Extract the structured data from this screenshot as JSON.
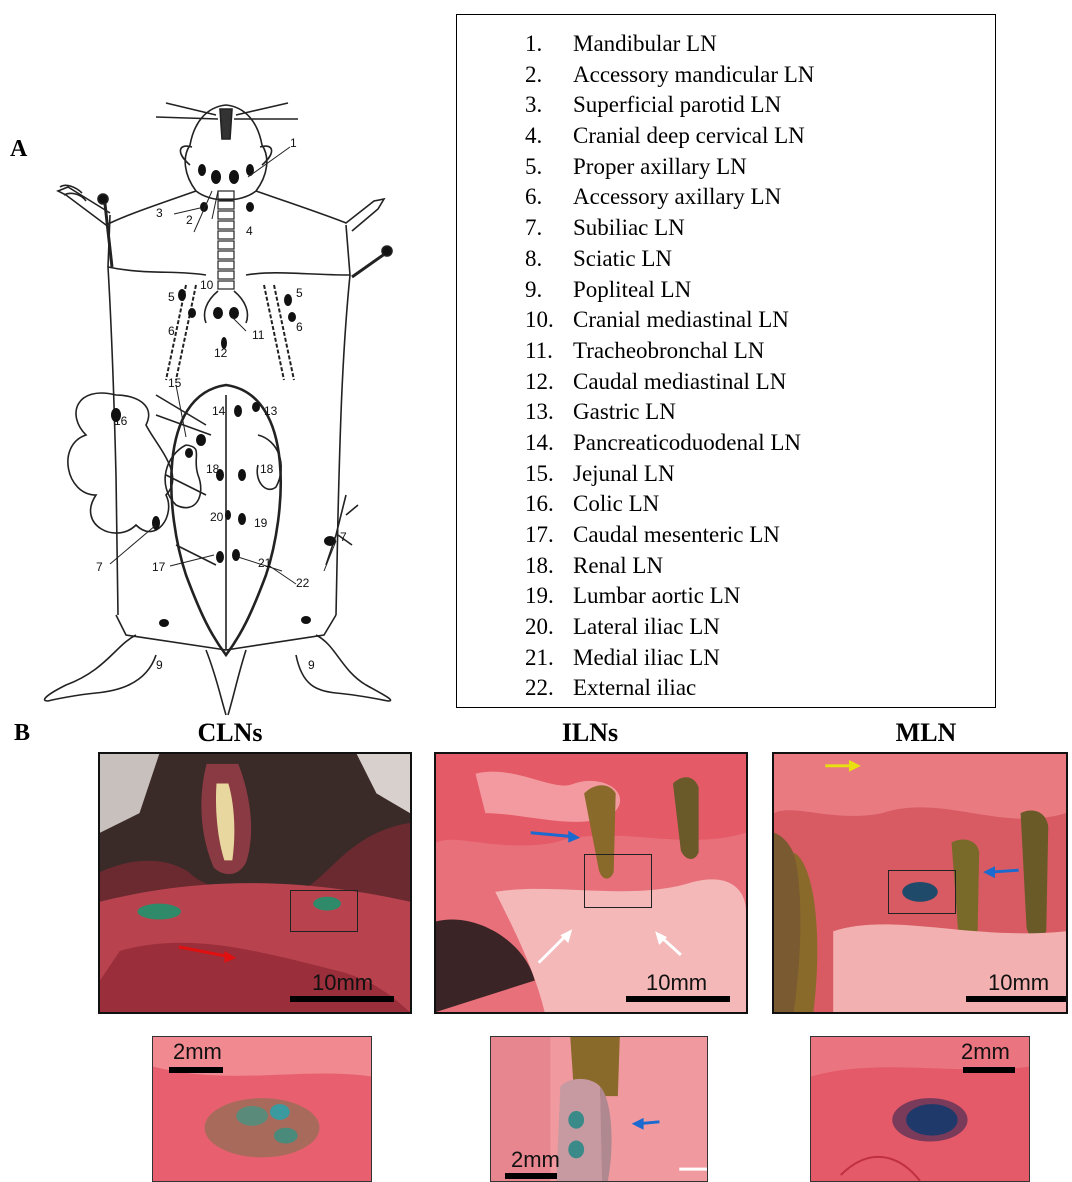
{
  "panel_a": {
    "letter": "A",
    "lymph_nodes": [
      {
        "num": "1.",
        "name": "Mandibular LN"
      },
      {
        "num": "2.",
        "name": "Accessory mandicular LN"
      },
      {
        "num": "3.",
        "name": "Superficial parotid LN"
      },
      {
        "num": "4.",
        "name": "Cranial deep cervical LN"
      },
      {
        "num": "5.",
        "name": "Proper axillary LN"
      },
      {
        "num": "6.",
        "name": "Accessory axillary LN"
      },
      {
        "num": "7.",
        "name": "Subiliac LN"
      },
      {
        "num": "8.",
        "name": "Sciatic LN"
      },
      {
        "num": "9.",
        "name": "Popliteal LN"
      },
      {
        "num": "10.",
        "name": "Cranial mediastinal LN"
      },
      {
        "num": "11.",
        "name": "Tracheobronchal LN"
      },
      {
        "num": "12.",
        "name": "Caudal mediastinal LN"
      },
      {
        "num": "13.",
        "name": "Gastric LN"
      },
      {
        "num": "14.",
        "name": "Pancreaticoduodenal LN"
      },
      {
        "num": "15.",
        "name": "Jejunal LN"
      },
      {
        "num": "16.",
        "name": "Colic LN"
      },
      {
        "num": "17.",
        "name": "Caudal mesenteric LN"
      },
      {
        "num": "18.",
        "name": "Renal LN"
      },
      {
        "num": "19.",
        "name": "Lumbar aortic LN"
      },
      {
        "num": "20.",
        "name": "Lateral iliac LN"
      },
      {
        "num": "21.",
        "name": "Medial iliac LN"
      },
      {
        "num": "22.",
        "name": "External iliac"
      }
    ],
    "diagram_labels": [
      "1",
      "2",
      "3",
      "4",
      "5",
      "5",
      "6",
      "6",
      "7",
      "7",
      "9",
      "9",
      "10",
      "11",
      "12",
      "13",
      "14",
      "15",
      "16",
      "17",
      "18",
      "18",
      "19",
      "20",
      "21",
      "22"
    ]
  },
  "panel_b": {
    "letter": "B",
    "columns": [
      {
        "title": "CLNs",
        "scale_main": "10mm",
        "scale_inset": "2mm"
      },
      {
        "title": "ILNs",
        "scale_main": "10mm",
        "scale_inset": "2mm"
      },
      {
        "title": "MLN",
        "scale_main": "10mm",
        "scale_inset": "2mm"
      }
    ]
  }
}
